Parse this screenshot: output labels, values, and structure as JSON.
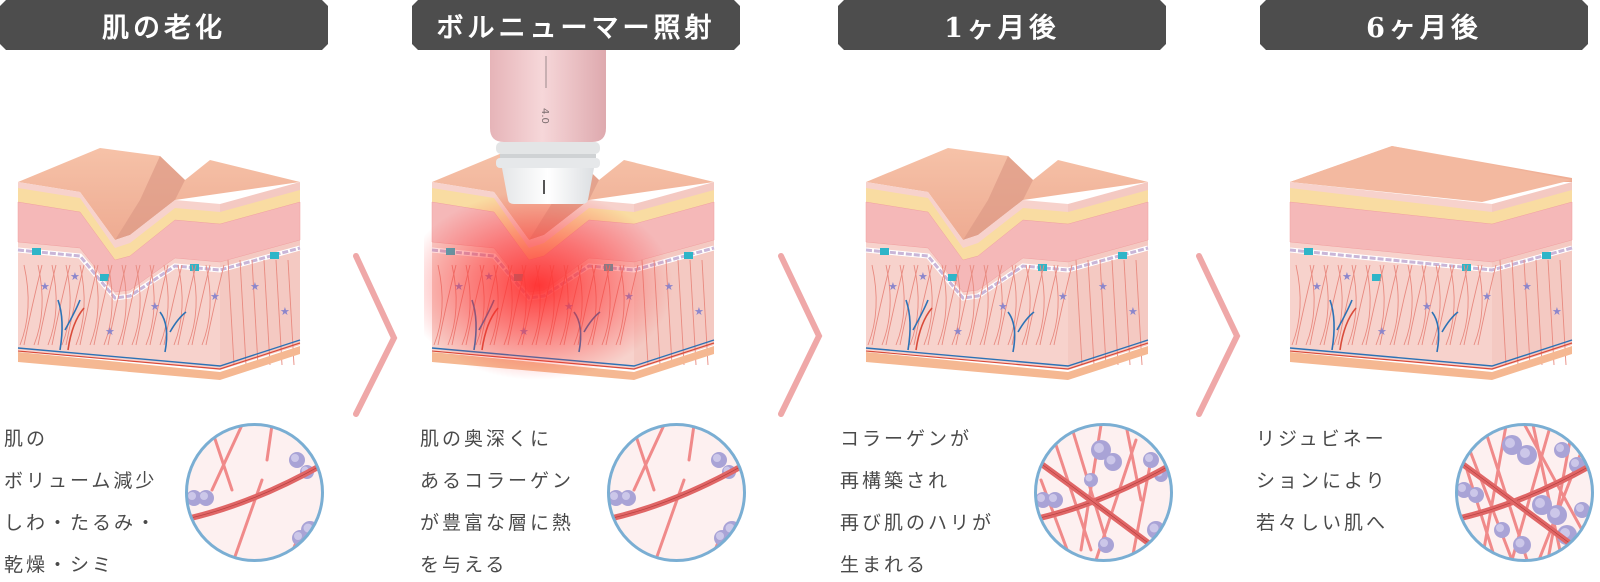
{
  "stages": [
    {
      "title": "肌の老化",
      "description_lines": [
        "肌の",
        "ボリューム減少",
        "しわ・たるみ・",
        "乾燥・シミ"
      ],
      "skin_state": "wrinkled",
      "collagen_density": "sparse"
    },
    {
      "title": "ボルニューマー照射",
      "description_lines": [
        "肌の奥深くに",
        "あるコラーゲン",
        "が豊富な層に熱",
        "を与える"
      ],
      "skin_state": "treated",
      "collagen_density": "sparse",
      "device": {
        "scale_label": "4.0"
      }
    },
    {
      "title": "1ヶ月後",
      "description_lines": [
        "コラーゲンが",
        "再構築され",
        "再び肌のハリが",
        "生まれる"
      ],
      "skin_state": "wrinkled",
      "collagen_density": "medium"
    },
    {
      "title": "6ヶ月後",
      "description_lines": [
        "リジュビネー",
        "ションにより",
        "若々しい肌へ"
      ],
      "skin_state": "smooth",
      "collagen_density": "dense"
    }
  ],
  "arrows": {
    "icon": "chevron-right-icon",
    "count": 3
  },
  "colors": {
    "label_bg": "#4d4d4d",
    "label_text": "#ffffff",
    "chevron": "#efa8a8",
    "circle_border": "#7aaed3",
    "circle_fill": "#fdf0f0",
    "collagen": "#e06666",
    "collagen_thin": "#f08a8a",
    "cells": "#a9a3d6",
    "heat": "#ff3030"
  }
}
